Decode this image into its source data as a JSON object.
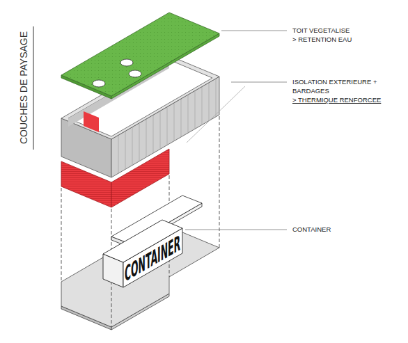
{
  "diagram": {
    "title": "COUCHES DE PAYSAGE",
    "labels": [
      "TOIT VEGETALISE",
      "> RETENTION EAU",
      "ISOLATION EXTERIEURE +",
      "BARDAGES",
      "> THERMIQUE RENFORCEE",
      "CONTAINER",
      "CONTAINER"
    ]
  }
}
